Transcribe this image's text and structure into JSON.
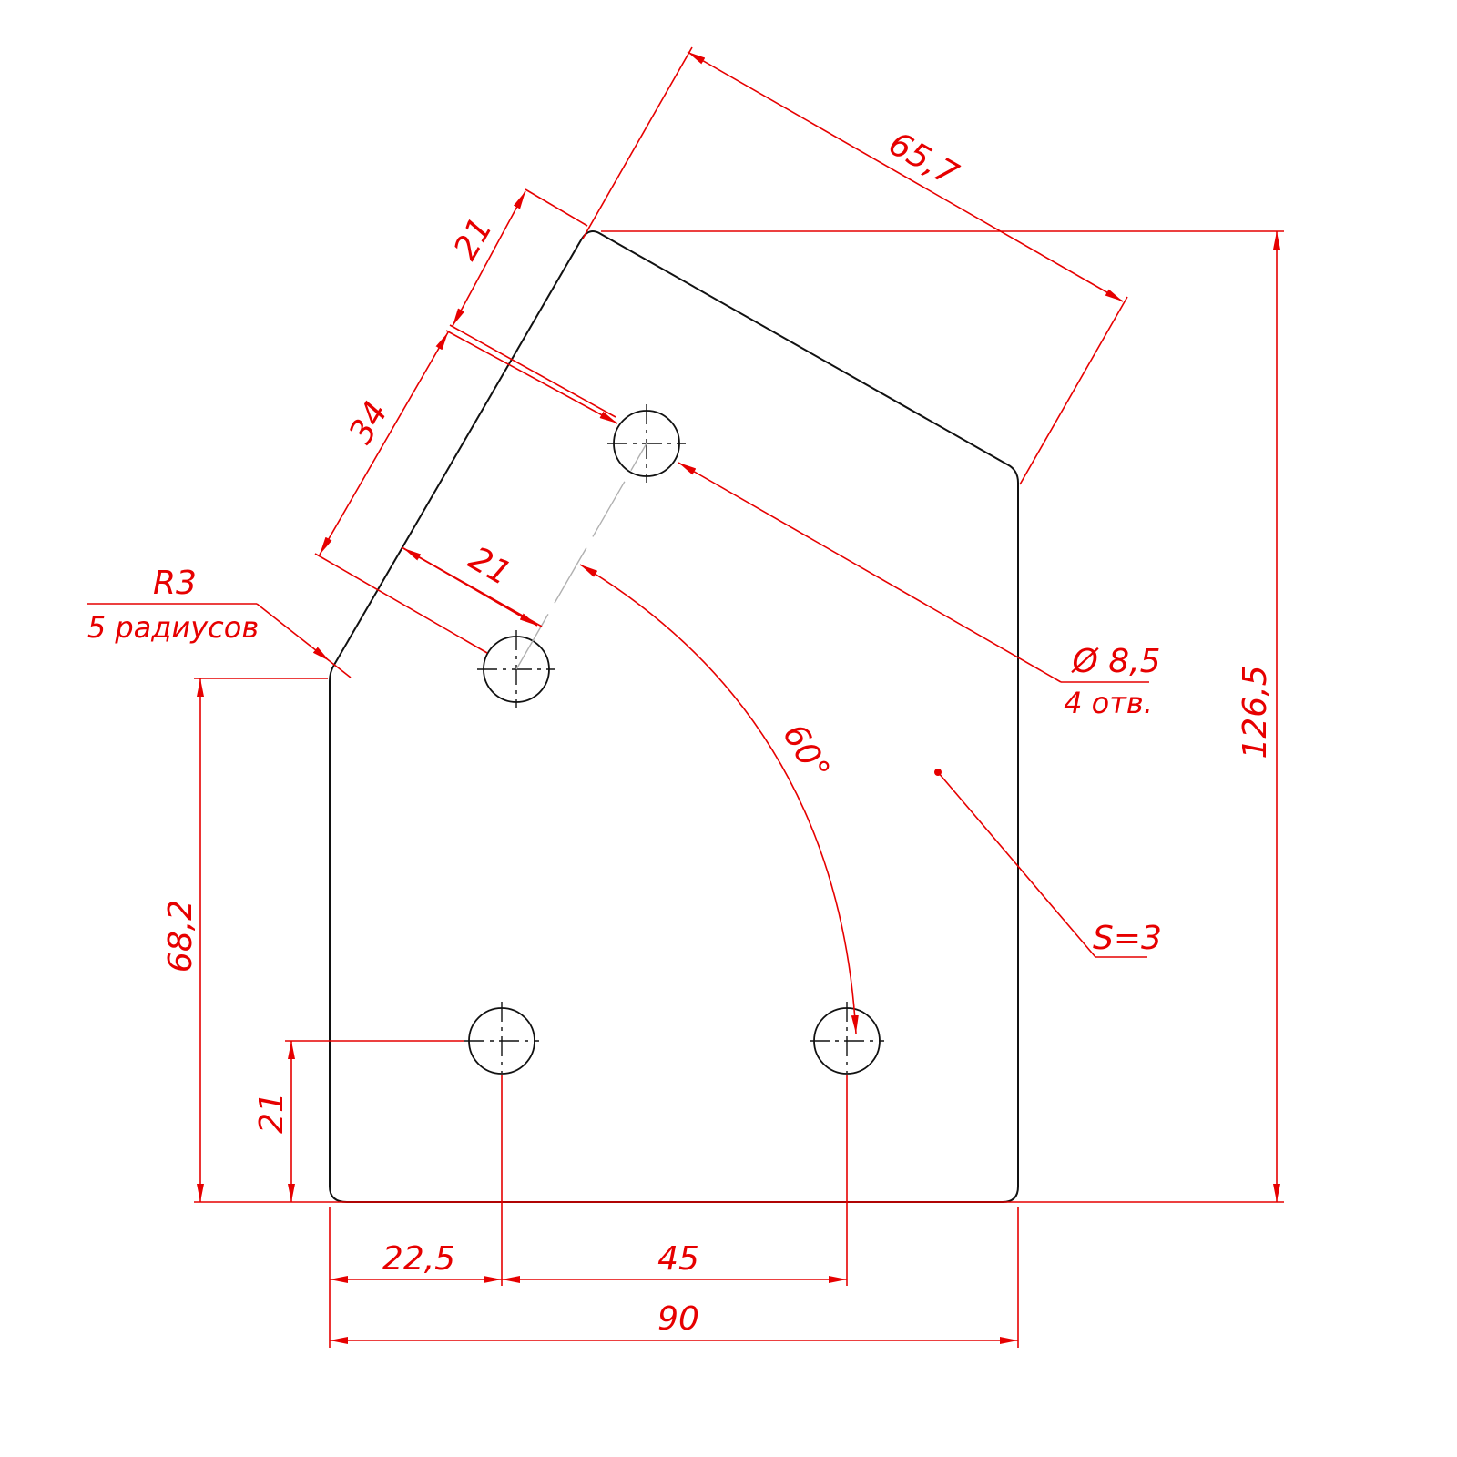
{
  "dimensions": {
    "overall_width": "90",
    "hole_offset_x": "22,5",
    "hole_spacing_x": "45",
    "hole_offset_y": "21",
    "side_height": "68,2",
    "overall_height": "126,5",
    "top_edge_length": "65,7",
    "slanted_offset_top": "21",
    "slanted_spacing": "34",
    "slanted_hole_spacing": "21",
    "angle": "60°"
  },
  "callouts": {
    "radius_value": "R3",
    "radius_note": "5 радиусов",
    "hole_diameter": "Ø 8,5",
    "hole_count": "4 отв.",
    "thickness": "S=3"
  },
  "colors": {
    "dimension": "#e60000",
    "outline": "#111111"
  }
}
